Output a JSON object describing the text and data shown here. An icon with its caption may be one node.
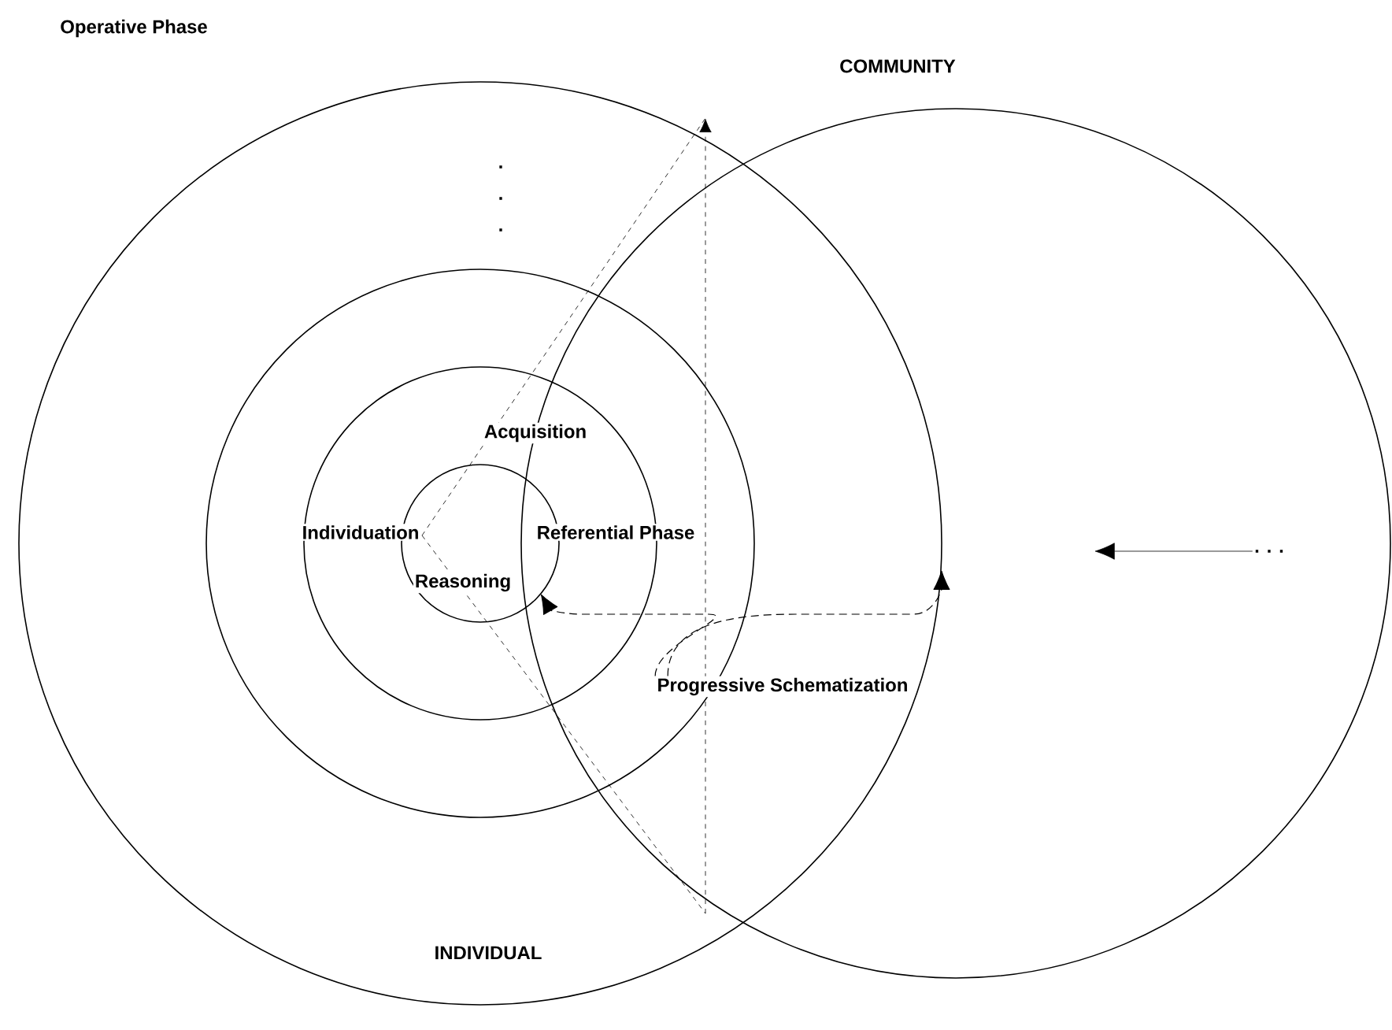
{
  "diagram": {
    "nodes": [
      {
        "text": [
          "INDIVIDUAL"
        ]
      },
      {
        "text": [
          "COMMUNITY"
        ]
      },
      {
        "text": [],
        "shape": "circle",
        "in": 0
      },
      {
        "text": [
          "Acquisition"
        ],
        "in": 2
      },
      {
        "text": [
          "Reasoning"
        ],
        "in": 3
      },
      {
        "text": [
          "Progressive Schematization"
        ]
      },
      {
        "text": [
          ". . ."
        ],
        "in": 1
      }
    ],
    "edges": [
      {
        "from": 5,
        "to": 4,
        "arrow": "to",
        "style": "dashed"
      },
      {
        "from": 5,
        "to": 0,
        "arrow": "to",
        "style": "dashed"
      },
      {
        "from": 6,
        "to": null,
        "arrow": "to"
      }
    ],
    "labels": [
      "Operative Phase",
      ".",
      ".",
      ".",
      "Individuation",
      "Referential Phase"
    ]
  }
}
